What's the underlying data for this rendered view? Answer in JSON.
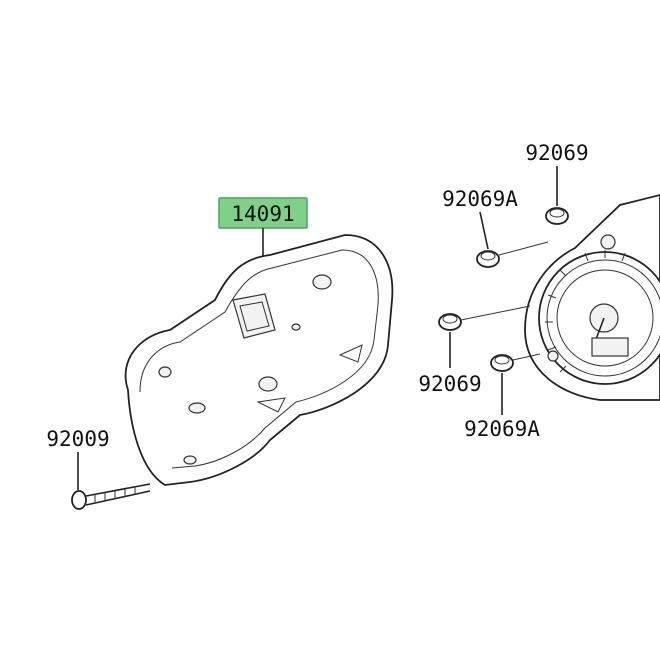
{
  "colors": {
    "highlight_fill": "#7fd18a",
    "highlight_border": "#4aa35a",
    "line": "#222222"
  },
  "parts": {
    "housing_label": "14091",
    "screw_label": "92009",
    "grommet_top_label": "92069",
    "grommet_upper_a_label": "92069A",
    "grommet_mid_label": "92069",
    "grommet_lower_a_label": "92069A"
  }
}
